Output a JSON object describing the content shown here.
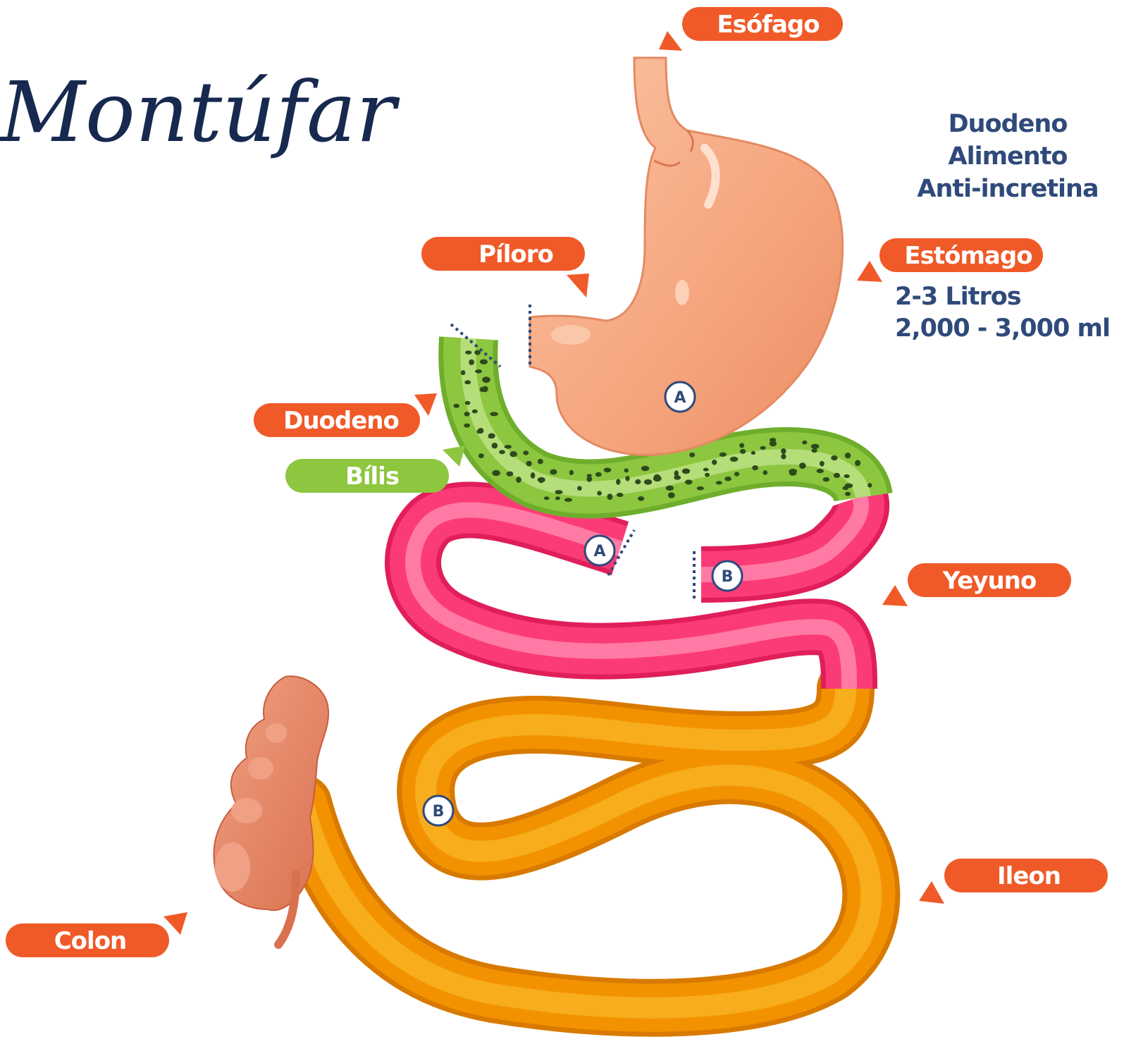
{
  "logo": {
    "text": "Montúfar"
  },
  "labels": {
    "esofago": "Esófago",
    "piloro": "Píloro",
    "estomago": "Estómago",
    "duodeno": "Duodeno",
    "bilis": "Bílis",
    "yeyuno": "Yeyuno",
    "ileon": "Ileon",
    "colon": "Colon"
  },
  "info_top": {
    "line1": "Duodeno",
    "line2": "Alimento",
    "line3": "Anti-incretina"
  },
  "info_stomach": {
    "line1": "2-3 Litros",
    "line2": "2,000 - 3,000 ml"
  },
  "markers": {
    "stomach": "A",
    "jejunum_a": "A",
    "jejunum_b": "B",
    "ileum_b": "B"
  },
  "colors": {
    "label_orange": "#f05a28",
    "label_green": "#8dc63f",
    "stomach": "#f4a47c",
    "bile": "#8dc63f",
    "jejunum": "#f5336d",
    "ileum": "#f39200",
    "colon": "#e9866a",
    "text_blue": "#2f4a7a"
  }
}
